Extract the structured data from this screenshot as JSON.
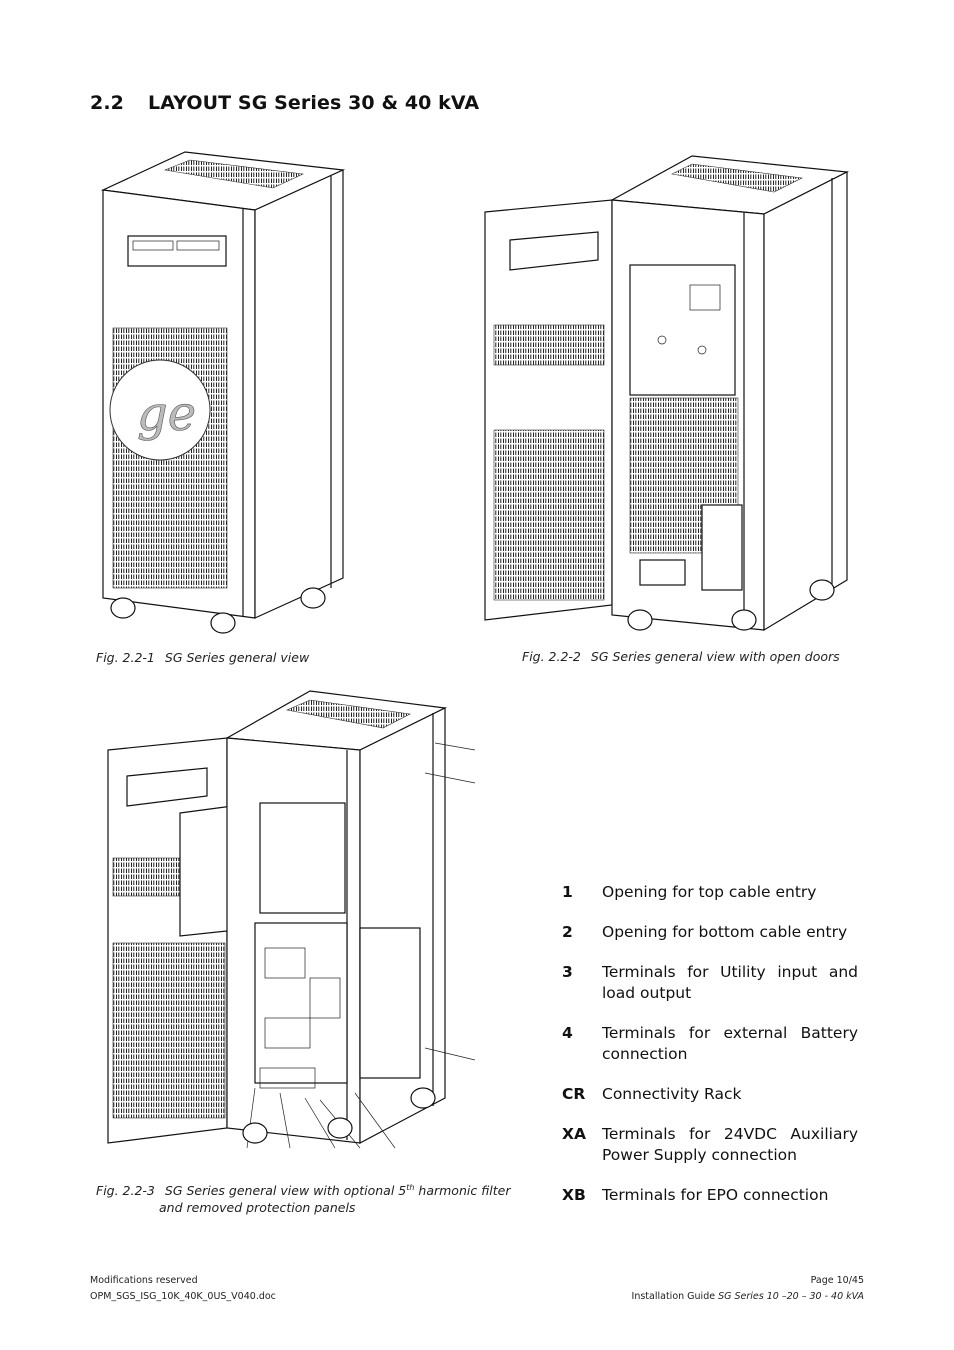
{
  "section": {
    "number": "2.2",
    "title": "LAYOUT SG Series 30 & 40 kVA"
  },
  "figures": [
    {
      "label": "Fig. 2.2-1",
      "caption": "SG Series general view"
    },
    {
      "label": "Fig. 2.2-2",
      "caption": "SG Series general view with open doors"
    },
    {
      "label": "Fig. 2.2-3",
      "caption_pre": "SG Series general view with optional 5",
      "caption_sup": "th",
      "caption_post": " harmonic filter",
      "caption_line2": "and removed protection panels"
    }
  ],
  "legend": [
    {
      "key": "1",
      "text": "Opening for top cable entry"
    },
    {
      "key": "2",
      "text": "Opening for bottom cable entry"
    },
    {
      "key": "3",
      "text": "Terminals for Utility input and load output"
    },
    {
      "key": "4",
      "text": "Terminals for external Battery connection"
    },
    {
      "key": "CR",
      "text": "Connectivity Rack"
    },
    {
      "key": "XA",
      "text": "Terminals for 24VDC Auxiliary Power Supply connection"
    },
    {
      "key": "XB",
      "text": "Terminals for EPO connection"
    }
  ],
  "footer": {
    "left_line1": "Modifications reserved",
    "left_line2": "OPM_SGS_ISG_10K_40K_0US_V040.doc",
    "right_line1": "Page 10/45",
    "right_line2_pre": "Installation Guide ",
    "right_line2_em": "SG Series 10 –20 – 30 - 40 kVA"
  }
}
